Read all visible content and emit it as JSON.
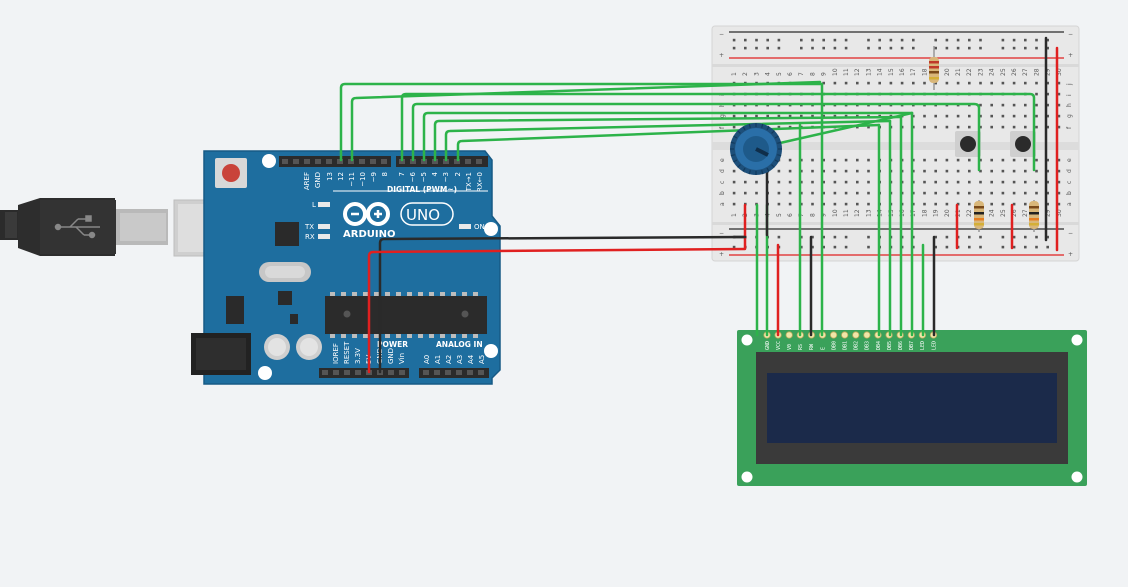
{
  "colors": {
    "canvas": "#f1f3f5",
    "arduino_board": "#1e6e9f",
    "arduino_board_dark": "#175a85",
    "breadboard": "#e8e8e8",
    "wire_green": "#2db34a",
    "wire_red": "#e02020",
    "wire_black": "#2a2a2a",
    "lcd_board": "#3aa15a",
    "lcd_screen": "#1b2a4a",
    "lcd_bezel": "#3a3a3a",
    "pot_blue": "#2a6fa8",
    "usb_cable": "#2b2b2b"
  },
  "arduino": {
    "brand": "ARDUINO",
    "model": "UNO",
    "digital_header_title": "DIGITAL (PWM~)",
    "power_header_title": "POWER",
    "analog_header_title": "ANALOG IN",
    "led_l": "L",
    "led_tx": "TX",
    "led_rx": "RX",
    "led_on": "ON",
    "digital_pins": [
      "AREF",
      "GND",
      "13",
      "12",
      "~11",
      "~10",
      "~9",
      "8",
      "7",
      "~6",
      "~5",
      "4",
      "~3",
      "2",
      "TX→1",
      "RX←0"
    ],
    "power_pins": [
      "IOREF",
      "RESET",
      "3.3V",
      "5V",
      "GND",
      "GND",
      "Vin"
    ],
    "analog_pins": [
      "A0",
      "A1",
      "A2",
      "A3",
      "A4",
      "A5"
    ],
    "usb_icon": "usb-icon"
  },
  "breadboard": {
    "row_letters_top": [
      "j",
      "i",
      "h",
      "g",
      "f"
    ],
    "row_letters_bottom": [
      "e",
      "d",
      "c",
      "b",
      "a"
    ],
    "rail_plus": "+",
    "rail_minus": "−",
    "column_numbers": [
      "1",
      "2",
      "3",
      "4",
      "5",
      "6",
      "7",
      "8",
      "9",
      "10",
      "11",
      "12",
      "13",
      "14",
      "15",
      "16",
      "17",
      "18",
      "19",
      "20",
      "21",
      "22",
      "23",
      "24",
      "25",
      "26",
      "27",
      "28",
      "29",
      "30"
    ]
  },
  "lcd": {
    "pins": [
      "GND",
      "VCC",
      "V0",
      "RS",
      "RW",
      "E",
      "DB0",
      "DB1",
      "DB2",
      "DB3",
      "DB4",
      "DB5",
      "DB6",
      "DB7",
      "LED",
      "LED"
    ]
  }
}
